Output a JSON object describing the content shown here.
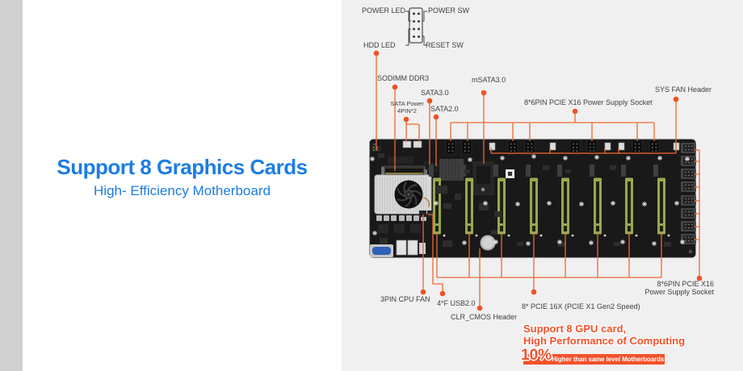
{
  "headline": {
    "title": "Support 8 Graphics Cards",
    "subtitle": "High- Efficiency Motherboard"
  },
  "front_panel_diagram": {
    "power_led": "POWER LED",
    "power_sw": "POWER SW",
    "hdd_led": "HDD LED",
    "reset_sw": "RESET SW"
  },
  "labels": {
    "sodimm": "SODIMM DDR3",
    "sata_power_line1": "SATA Power",
    "sata_power_line2": "4PIN*2",
    "sata3": "SATA3.0",
    "sata2": "SATA2.0",
    "msata": "mSATA3.0",
    "pcie_power_top": "8*6PIN PCIE X16 Power Supply Socket",
    "sys_fan": "SYS FAN Header",
    "cpu_fan": "3PIN CPU FAN",
    "usb": "4*F USB2.0",
    "clr_cmos": "CLR_CMOS Header",
    "pcie_16x": "8* PCIE 16X (PCIE X1 Gen2 Speed)",
    "pcie_power_right_line1": "8*6PIN PCIE X16",
    "pcie_power_right_line2": "Power Supply Socket"
  },
  "promo": {
    "line1": "Support 8 GPU card,",
    "line2": "High Performance of Computing",
    "stat": "10%",
    "banner_text": "Higher than same level Motherboards"
  },
  "board": {
    "pcie_slot_count": 8,
    "power_socket_count": 8
  },
  "colors": {
    "accent_blue": "#1d7de3",
    "callout_orange": "#ee6a30",
    "callout_dot": "#ee5226",
    "promo_red": "#f4512a",
    "label_gray": "#3f3f3f",
    "board_black": "#191919",
    "slot_green": "#95a84e",
    "bg_left_strip": "#d0d0d0",
    "bg_panel": "#ffffff",
    "bg_right": "#f0f0f0"
  }
}
